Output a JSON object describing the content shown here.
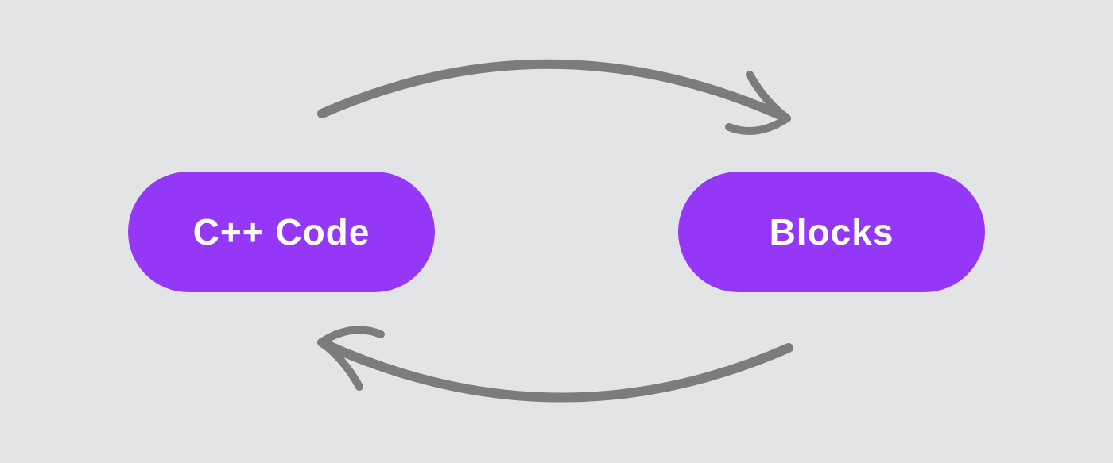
{
  "colors": {
    "background": "#e3e4e6",
    "node_fill": "#9537f6",
    "node_text": "#ffffff",
    "arrow": "#7c7c7e"
  },
  "diagram": {
    "type": "cycle",
    "nodes": [
      {
        "id": "cpp-code",
        "label": "C++ Code"
      },
      {
        "id": "blocks",
        "label": "Blocks"
      }
    ],
    "arrows": [
      {
        "id": "top-arrow",
        "from": "cpp-code",
        "to": "blocks",
        "direction": "left-to-right",
        "style": "curved-hand-drawn"
      },
      {
        "id": "bottom-arrow",
        "from": "blocks",
        "to": "cpp-code",
        "direction": "right-to-left",
        "style": "curved-hand-drawn"
      }
    ]
  }
}
